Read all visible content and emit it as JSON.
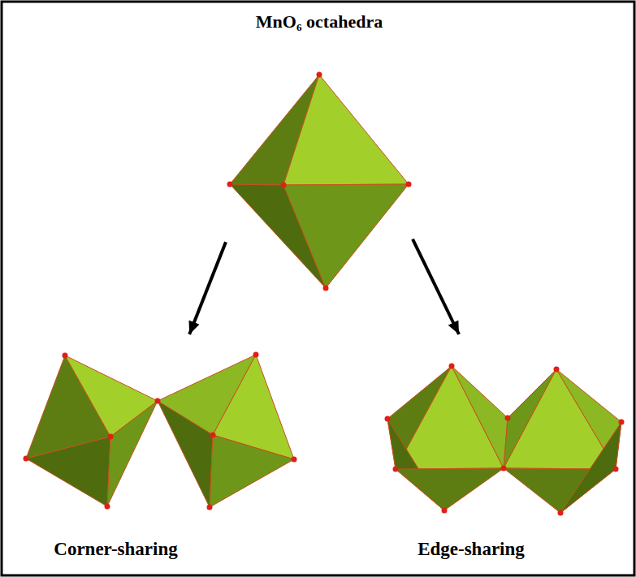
{
  "diagram": {
    "nodes": [
      {
        "text": [
          "MnO₆ octahedra"
        ]
      },
      {
        "text": [
          "Corner-sharing"
        ]
      },
      {
        "text": [
          "Edge-sharing"
        ]
      }
    ],
    "edges": [
      {
        "from": 0,
        "to": 1,
        "arrow": "to"
      },
      {
        "from": 0,
        "to": 2,
        "arrow": "to"
      }
    ]
  }
}
